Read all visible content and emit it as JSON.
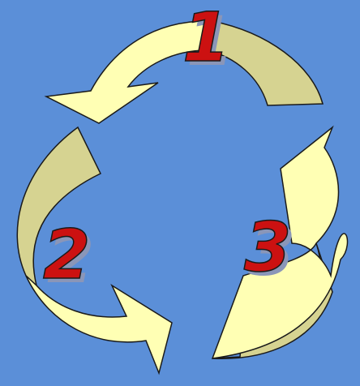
{
  "diagram": {
    "background_color": "#5b8fd8",
    "arrow_fill_light": "#ffffb4",
    "arrow_fill_dark": "#d6d391",
    "arrow_stroke": "#1a1a1a",
    "number_fill": "#cc1111",
    "number_shadow": "#8a96b8",
    "steps": [
      {
        "label": "1"
      },
      {
        "label": "2"
      },
      {
        "label": "3"
      }
    ]
  }
}
